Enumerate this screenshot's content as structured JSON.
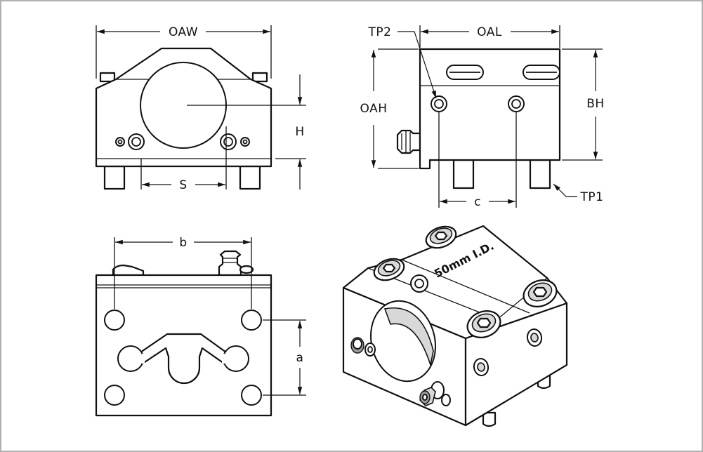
{
  "diagram": {
    "front_view": {
      "width_label": "OAW",
      "height_label": "H",
      "spacing_label": "S"
    },
    "side_view": {
      "length_label": "OAL",
      "height_label": "OAH",
      "body_height_label": "BH",
      "pin_spacing_label": "c",
      "test_point_2_label": "TP2",
      "test_point_1_label": "TP1"
    },
    "bottom_view": {
      "width_spacing_label": "b",
      "height_spacing_label": "a"
    },
    "iso_view": {
      "stamp_text": "50mm I.D."
    }
  }
}
